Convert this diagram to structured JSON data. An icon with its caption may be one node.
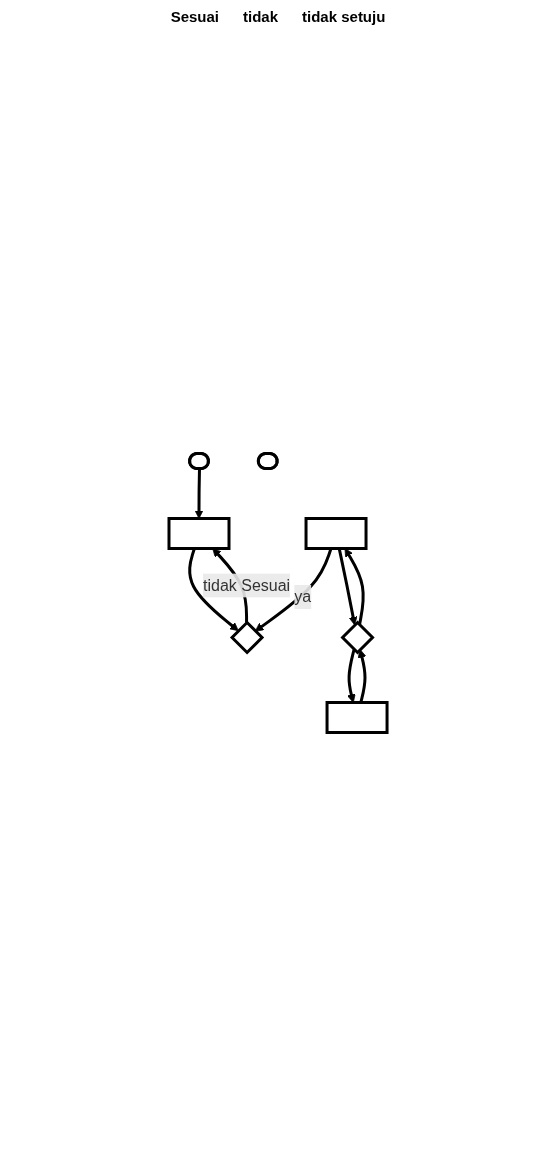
{
  "diagram": {
    "nodes": [
      {
        "text": [],
        "shape": "pill"
      },
      {
        "text": [],
        "shape": "box"
      },
      {
        "text": [],
        "shape": "diamond"
      },
      {
        "text": [],
        "shape": "box"
      },
      {
        "text": [],
        "shape": "diamond"
      },
      {
        "text": [],
        "shape": "box"
      },
      {
        "text": [],
        "shape": "pill"
      }
    ],
    "edges": [
      {
        "from": 0,
        "to": 1,
        "arrow": "to"
      },
      {
        "from": 1,
        "to": 2,
        "arrow": "to"
      },
      {
        "from": 2,
        "to": 1,
        "arrow": "to",
        "label": "tidak Sesuai"
      },
      {
        "from": 3,
        "to": 2,
        "arrow": "to",
        "label": "ya"
      },
      {
        "from": 3,
        "to": 4,
        "arrow": "to"
      },
      {
        "from": 4,
        "to": 3,
        "arrow": "to"
      },
      {
        "from": 4,
        "to": 5,
        "arrow": "to"
      },
      {
        "from": 5,
        "to": 4,
        "arrow": "to"
      }
    ],
    "labels": [
      "Sesuai",
      "tidak",
      "tidak setuju"
    ]
  }
}
